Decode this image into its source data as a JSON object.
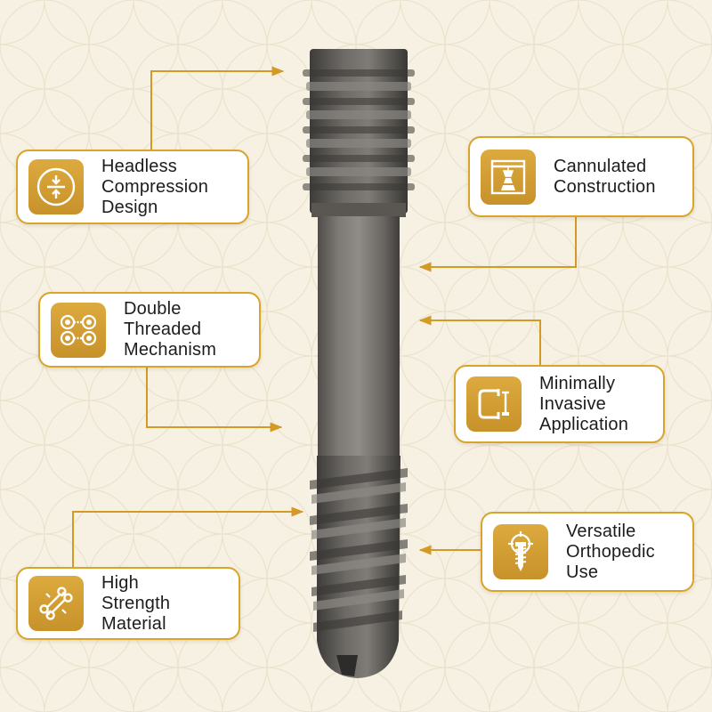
{
  "colors": {
    "accent": "#d9a42a",
    "icon_fill": "#c8922a",
    "connector": "#d39a26",
    "screw_metal": "#6d6a66",
    "background": "#f6f1e3",
    "text": "#1c1c1c"
  },
  "features": [
    {
      "id": "headless",
      "icon": "compress-arrows-icon",
      "lines": [
        "Headless",
        "Compression",
        "Design"
      ]
    },
    {
      "id": "cannulated",
      "icon": "drill-frame-icon",
      "lines": [
        "Cannulated",
        "Construction"
      ]
    },
    {
      "id": "double-thread",
      "icon": "double-thread-icon",
      "lines": [
        "Double",
        "Threaded",
        "Mechanism"
      ]
    },
    {
      "id": "minimally-invasive",
      "icon": "c-clamp-icon",
      "lines": [
        "Minimally",
        "Invasive",
        "Application"
      ]
    },
    {
      "id": "high-strength",
      "icon": "bone-icon",
      "lines": [
        "High",
        "Strength",
        "Material"
      ]
    },
    {
      "id": "versatile",
      "icon": "screw-target-icon",
      "lines": [
        "Versatile",
        "Orthopedic",
        "Use"
      ]
    }
  ]
}
